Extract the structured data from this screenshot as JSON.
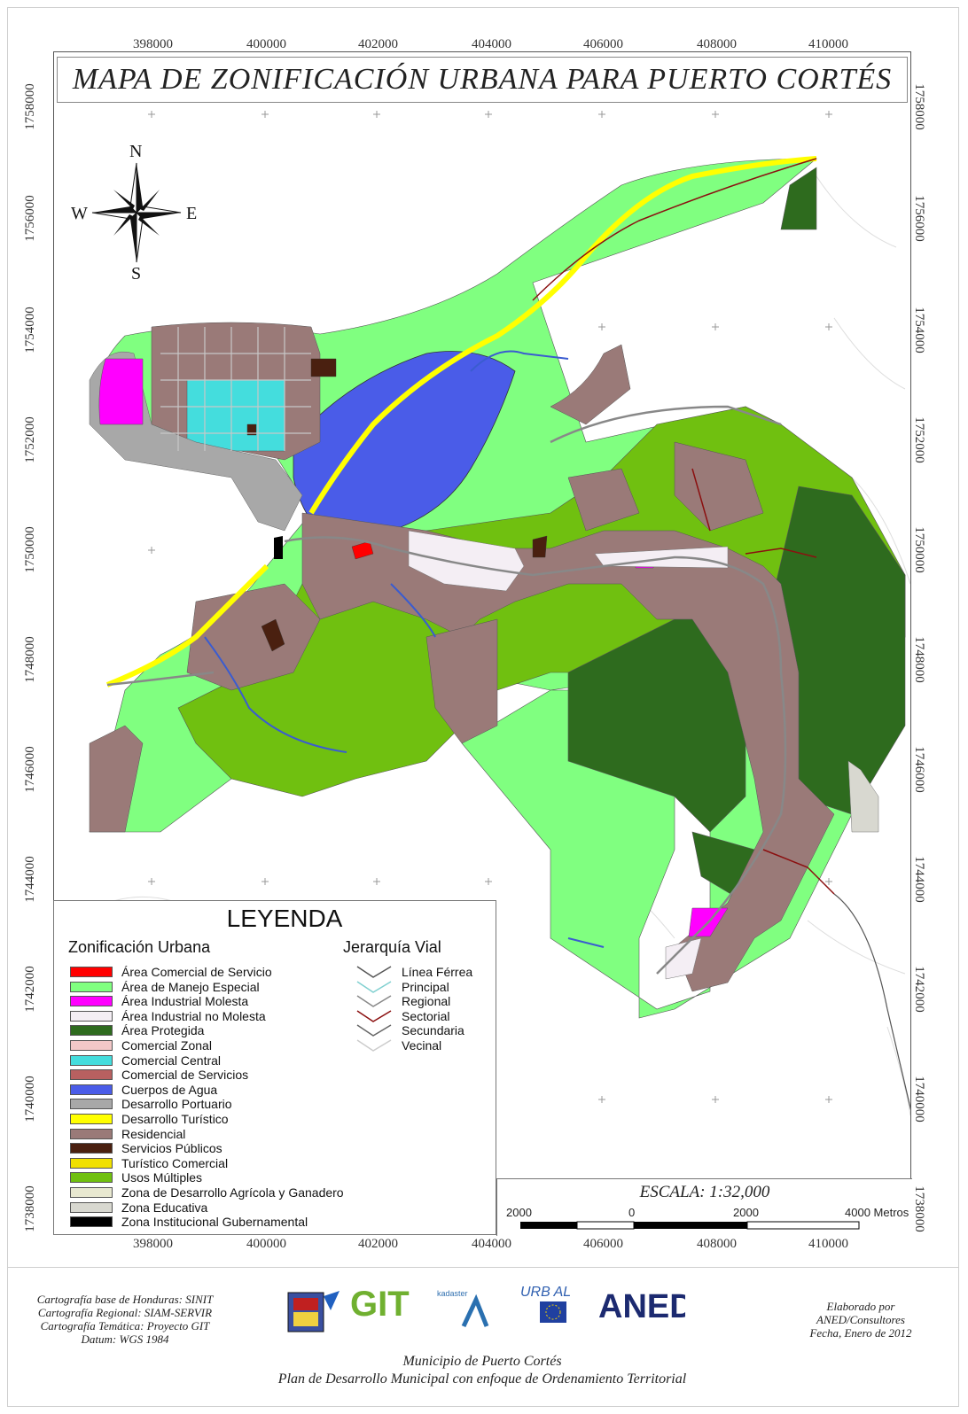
{
  "map": {
    "title": "MAPA DE ZONIFICACIÓN URBANA PARA PUERTO CORTÉS",
    "x_coords": [
      "398000",
      "400000",
      "402000",
      "404000",
      "406000",
      "408000",
      "410000"
    ],
    "y_coords": [
      "1758000",
      "1756000",
      "1754000",
      "1752000",
      "1750000",
      "1748000",
      "1746000",
      "1744000",
      "1742000",
      "1740000",
      "1738000"
    ],
    "compass": {
      "n": "N",
      "s": "S",
      "e": "E",
      "w": "W"
    }
  },
  "legend": {
    "title": "LEYENDA",
    "zoning_header": "Zonificación Urbana",
    "roads_header": "Jerarquía Vial",
    "zones": [
      {
        "label": "Área  Comercial de Servicio",
        "color": "#ff0000"
      },
      {
        "label": "Área de Manejo Especial",
        "color": "#80ff80"
      },
      {
        "label": "Área Industrial Molesta",
        "color": "#ff00ff"
      },
      {
        "label": "Área Industrial no Molesta",
        "color": "#f4eef4"
      },
      {
        "label": "Área Protegida",
        "color": "#2e6b1e"
      },
      {
        "label": "Comercial Zonal",
        "color": "#f2c8c8"
      },
      {
        "label": "Comercial Central",
        "color": "#44dddd"
      },
      {
        "label": "Comercial de Servicios",
        "color": "#b86060"
      },
      {
        "label": "Cuerpos de Agua",
        "color": "#4a5ce8"
      },
      {
        "label": "Desarrollo Portuario",
        "color": "#a8a8a8"
      },
      {
        "label": "Desarrollo Turístico",
        "color": "#ffff00"
      },
      {
        "label": "Residencial",
        "color": "#9a7a78"
      },
      {
        "label": "Servicios Públicos",
        "color": "#4a2010"
      },
      {
        "label": "Turístico Comercial",
        "color": "#f0e000"
      },
      {
        "label": "Usos Múltiples",
        "color": "#70c010"
      },
      {
        "label": "Zona de Desarrollo Agrícola y Ganadero",
        "color": "#e8e8d0"
      },
      {
        "label": "Zona Educativa",
        "color": "#d8d8d0"
      },
      {
        "label": "Zona Institucional Gubernamental",
        "color": "#000000"
      }
    ],
    "roads": [
      {
        "label": "Línea Férrea",
        "color": "#555555"
      },
      {
        "label": "Principal",
        "color": "#80d0d0"
      },
      {
        "label": "Regional",
        "color": "#888888"
      },
      {
        "label": "Sectorial",
        "color": "#8b1010"
      },
      {
        "label": "Secundaria",
        "color": "#666666"
      },
      {
        "label": "Vecinal",
        "color": "#cccccc"
      }
    ]
  },
  "scale": {
    "text": "ESCALA: 1:32,000",
    "labels": [
      "2000",
      "0",
      "2000",
      "4000  Metros"
    ]
  },
  "footer": {
    "left": [
      "Cartografía base de Honduras: SINIT",
      "Cartografía Regional: SIAM-SERVIR",
      "Cartografía Temática: Proyecto GIT",
      "Datum: WGS 1984"
    ],
    "right": [
      "Elaborado por",
      "ANED/Consultores",
      "Fecha, Enero de 2012"
    ],
    "center": [
      "Municipio de Puerto Cortés",
      "Plan de Desarrollo Municipal con enfoque de Ordenamiento Territorial"
    ],
    "logos": [
      "GIT",
      "kadaster",
      "URB AL",
      "ANED"
    ]
  }
}
